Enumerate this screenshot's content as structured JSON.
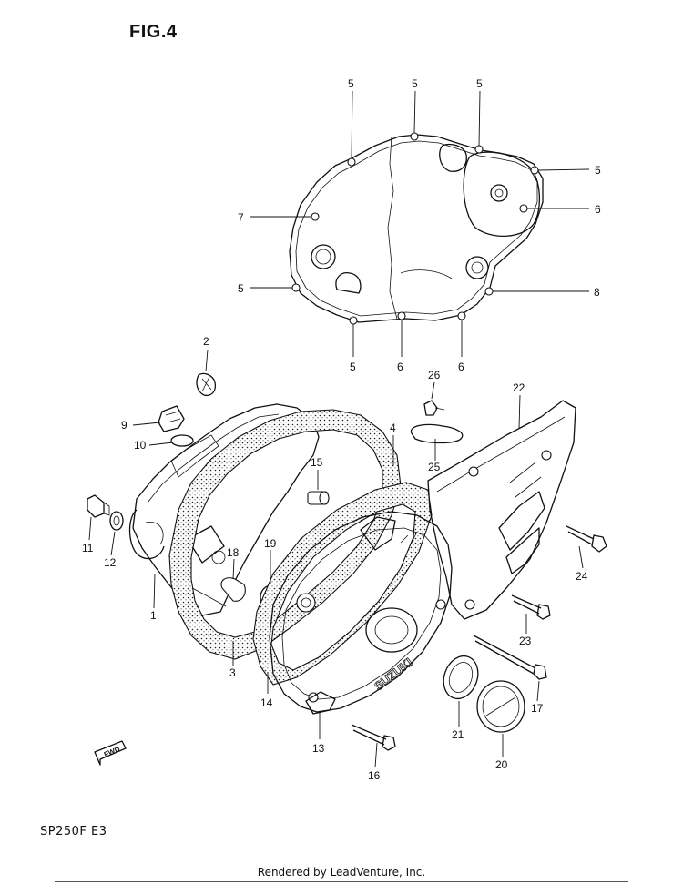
{
  "figure": {
    "title": "FIG.4"
  },
  "model_code": "SP250F  E3",
  "footer": {
    "rendered_by": "Rendered by LeadVenture, Inc."
  },
  "cover_brand_text": "SUZUKI",
  "fwd_marker_text": "FWD",
  "callouts": [
    {
      "id": "c5a",
      "label": "5"
    },
    {
      "id": "c5b",
      "label": "5"
    },
    {
      "id": "c5c",
      "label": "5"
    },
    {
      "id": "c5d",
      "label": "5"
    },
    {
      "id": "c7",
      "label": "7"
    },
    {
      "id": "c6a",
      "label": "6"
    },
    {
      "id": "c5e",
      "label": "5"
    },
    {
      "id": "c8",
      "label": "8"
    },
    {
      "id": "c5f",
      "label": "5"
    },
    {
      "id": "c6b",
      "label": "6"
    },
    {
      "id": "c6c",
      "label": "6"
    },
    {
      "id": "c2",
      "label": "2"
    },
    {
      "id": "c26",
      "label": "26"
    },
    {
      "id": "c22",
      "label": "22"
    },
    {
      "id": "c9",
      "label": "9"
    },
    {
      "id": "c4",
      "label": "4"
    },
    {
      "id": "c10",
      "label": "10"
    },
    {
      "id": "c15",
      "label": "15"
    },
    {
      "id": "c25",
      "label": "25"
    },
    {
      "id": "c11",
      "label": "11"
    },
    {
      "id": "c12",
      "label": "12"
    },
    {
      "id": "c18",
      "label": "18"
    },
    {
      "id": "c19",
      "label": "19"
    },
    {
      "id": "c24",
      "label": "24"
    },
    {
      "id": "c1",
      "label": "1"
    },
    {
      "id": "c23",
      "label": "23"
    },
    {
      "id": "c3",
      "label": "3"
    },
    {
      "id": "c14",
      "label": "14"
    },
    {
      "id": "c17",
      "label": "17"
    },
    {
      "id": "c21",
      "label": "21"
    },
    {
      "id": "c13",
      "label": "13"
    },
    {
      "id": "c20",
      "label": "20"
    },
    {
      "id": "c16",
      "label": "16"
    }
  ]
}
